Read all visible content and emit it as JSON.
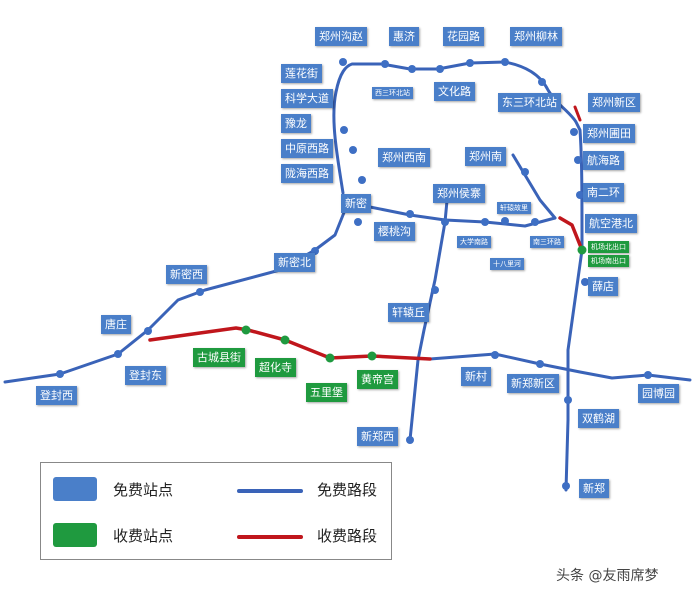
{
  "colors": {
    "free": "#4a7fc9",
    "toll": "#1f9a3f",
    "free_road": "#3a63b8",
    "toll_road": "#c0161c"
  },
  "stations": {
    "zhengzhou_gouzhao": "郑州沟赵",
    "huiji": "惠济",
    "huayuan_lu": "花园路",
    "zhengzhou_liulin": "郑州柳林",
    "lianhua_jie": "莲花街",
    "kexue_dadao": "科学大道",
    "yulong": "豫龙",
    "zhongyuan_xilu": "中原西路",
    "longhai_xilu": "陇海西路",
    "xisanhuan_beizhan": "西三环北站",
    "wenhua_lu": "文化路",
    "dongsanhuan_beizhan": "东三环北站",
    "zhengzhou_xinqu": "郑州新区",
    "zhengzhou_putian": "郑州圃田",
    "hanghai_lu": "航海路",
    "nan_erhuan": "南二环",
    "zhengzhou_xinan": "郑州西南",
    "zhengzhou_nan": "郑州南",
    "xinmi": "新密",
    "zhengzhou_houzhai": "郑州侯寨",
    "xuanyuan_gudao": "轩辕故里",
    "hangkonggang_bei": "航空港北",
    "yingtaogou": "樱桃沟",
    "daxue_nanlu": "大学南路",
    "nan_sanhuan": "南三环路",
    "shiba_lizhan": "十八里河",
    "jichangbei_chukou": "机场北出口",
    "jichangnan_chukou": "机场南出口",
    "xinmi_bei": "新密北",
    "xinmi_xi": "新密西",
    "xuedian": "薛店",
    "xuanyuan_qiu": "轩辕丘",
    "tangzhuang": "唐庄",
    "gucheng_xianjie": "古城县街",
    "chaohua_si": "超化寺",
    "dengfeng_dong": "登封东",
    "huangdi_gong": "黄帝宫",
    "wulibao": "五里堡",
    "xincun": "新村",
    "xinzheng_xinqu": "新郑新区",
    "yuanbo_yuan": "园博园",
    "dengfeng_xi": "登封西",
    "shuanghe_hu": "双鹤湖",
    "xinzheng_xi": "新郑西",
    "xinzheng": "新郑"
  },
  "legend": {
    "free_station": "免费站点",
    "free_road": "免费路段",
    "toll_station": "收费站点",
    "toll_road": "收费路段"
  },
  "watermark": "头条 @友雨席梦"
}
